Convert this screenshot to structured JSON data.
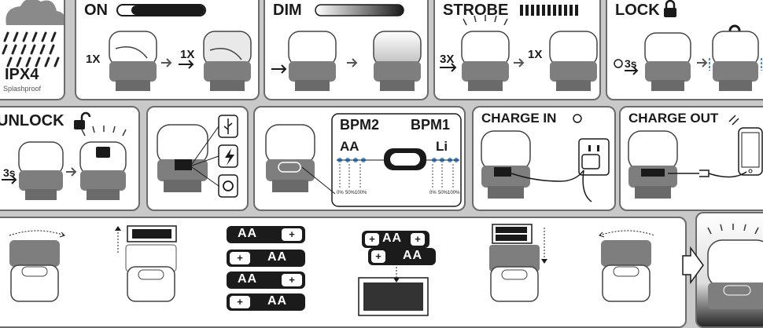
{
  "ipx": {
    "rating": "IPX4",
    "note": "Splashproof"
  },
  "modes": {
    "on": {
      "title": "ON",
      "step1": "1X",
      "step2": "1X"
    },
    "dim": {
      "title": "DIM"
    },
    "strobe": {
      "title": "STROBE",
      "step1": "3X",
      "step2": "1X"
    },
    "lock": {
      "title": "LOCK",
      "hold": "3s"
    }
  },
  "unlock": {
    "title": "UNLOCK",
    "hold": "3s"
  },
  "battery_panel": {
    "bpm2": "BPM2",
    "bpm1": "BPM1",
    "aa": "AA",
    "li": "Li",
    "levels": [
      "0%",
      "50%",
      "100%"
    ]
  },
  "charge_in": {
    "title": "CHARGE IN"
  },
  "charge_out": {
    "title": "CHARGE OUT"
  },
  "battery_labels": {
    "pos": "+",
    "aa": "AA"
  },
  "colors": {
    "panel": "#ffffff",
    "border": "#6b6b6b",
    "ink": "#1a1a1a",
    "led": "#4a90d9"
  }
}
